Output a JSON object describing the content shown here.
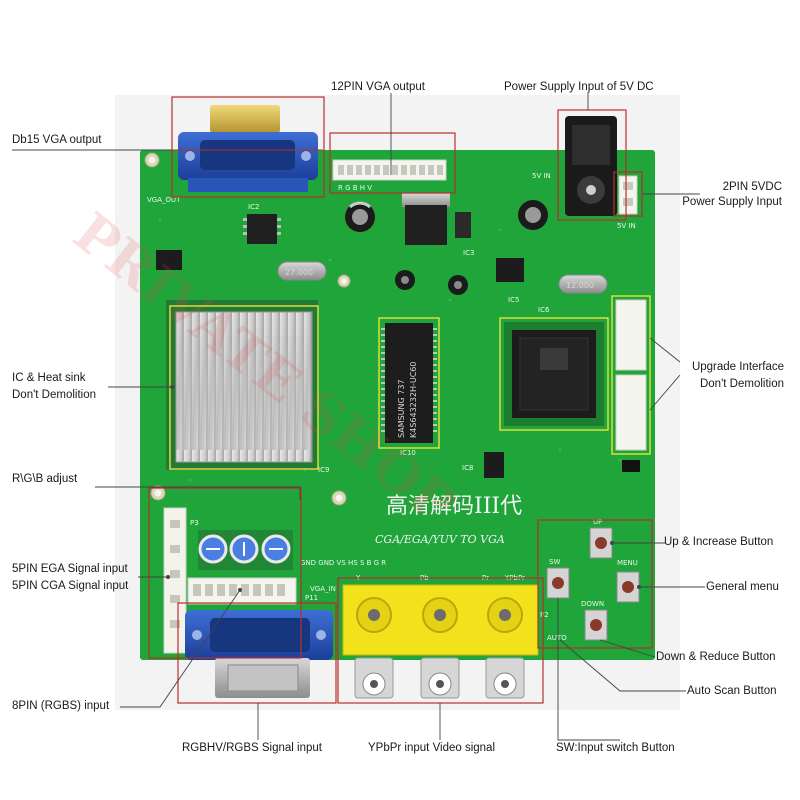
{
  "callouts": {
    "pin12_vga": "12PIN VGA output",
    "power_dc": "Power Supply Input of 5V DC",
    "db15": "Db15 VGA output",
    "pin2_5vdc_l1": "2PIN 5VDC",
    "pin2_5vdc_l2": "Power Supply Input",
    "ic_heat_l1": "IC & Heat sink",
    "ic_heat_l2": "Don't Demolition",
    "upgrade_l1": "Upgrade Interface",
    "upgrade_l2": "Don't Demolition",
    "rgb_adjust": "R\\G\\B  adjust",
    "egs_5pin": "5PIN EGA Signal input",
    "cga_5pin": "5PIN CGA Signal input",
    "up_inc": "Up & Increase Button",
    "general_menu": "General menu",
    "down_red": "Down & Reduce Button",
    "auto_scan": "Auto Scan Button",
    "rgbs_8pin": "8PIN (RGBS) input",
    "rgbhv": "RGBHV/RGBS Signal input",
    "ypbpr": "YPbPr input Video signal",
    "sw_input": "SW:Input switch Button"
  },
  "board": {
    "title_cn": "高清解码III代",
    "subtitle": "CGA/EGA/YUV TO VGA",
    "vga_out_label": "VGA_OUT",
    "vga_in_label": "VGA_IN",
    "label_5vin": "5V IN",
    "label_5vin2": "5V IN",
    "crystal1": "27.000",
    "crystal2": "12.000",
    "mem_chip_l1": "SAMSUNG  737",
    "mem_chip_l2": "K4S643232H-UC60",
    "label_ic9": "IC9",
    "label_ic10": "IC10",
    "label_ic5": "IC5",
    "label_ic6": "IC6",
    "label_ic3": "IC3",
    "label_ic2": "IC2",
    "label_ic8": "IC8",
    "label_p3": "P3",
    "label_p11": "P11",
    "label_p2": "P2",
    "label_y": "Y",
    "label_pb": "Pb",
    "label_pr": "Pr",
    "label_ypbpr": "YPbPr",
    "btn_up": "UP",
    "btn_sw": "SW",
    "btn_menu": "MENU",
    "btn_down": "DOWN",
    "btn_auto": "AUTO",
    "pins12": "R G B H V",
    "pins_gnd": "GND GND VS HS S B G R"
  },
  "colors": {
    "pcb": "#1fa53a",
    "pcb_dark": "#15832c",
    "callout_box": "#b8302a",
    "highlight": "#e8e23a",
    "vga_blue": "#2450b8",
    "rca_yellow": "#f2e21c"
  },
  "watermark": "PRIVATE SHOP"
}
